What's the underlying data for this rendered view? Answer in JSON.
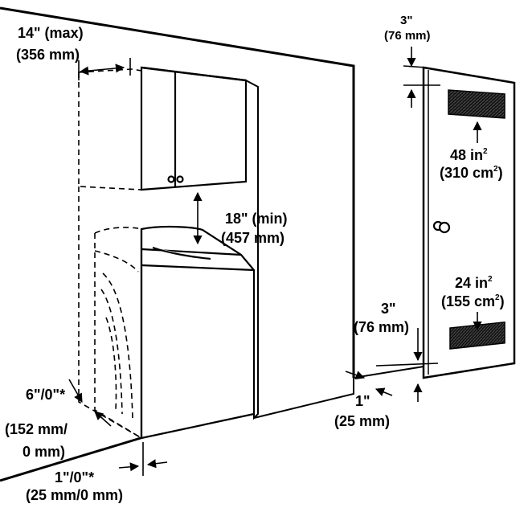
{
  "labels": {
    "cabinet_depth_line1": "14\" (max)",
    "cabinet_depth_line2": "(356 mm)",
    "cabinet_clearance_line1": "18\" (min)",
    "cabinet_clearance_line2": "(457 mm)",
    "side_clearance_line1": "6\"/0\"*",
    "side_clearance_line2": "(152 mm/",
    "side_clearance_line3": "0 mm)",
    "rear_clearance_line1": "1\"/0\"*",
    "rear_clearance_line2": "(25 mm/0 mm)",
    "door_top_gap_line1": "3\"",
    "door_top_gap_line2": "(76 mm)",
    "door_bottom_gap_line1": "3\"",
    "door_bottom_gap_line2": "(76 mm)",
    "door_front_gap_line1": "1\"",
    "door_front_gap_line2": "(25 mm)",
    "upper_vent_line1": "48 in",
    "upper_vent_line1_sup": "2",
    "upper_vent_line2": "(310 cm",
    "upper_vent_line2_sup": "2",
    "upper_vent_line2_end": ")",
    "lower_vent_line1": "24 in",
    "lower_vent_line1_sup": "2",
    "lower_vent_line2": "(155 cm",
    "lower_vent_line2_sup": "2",
    "lower_vent_line2_end": ")"
  }
}
